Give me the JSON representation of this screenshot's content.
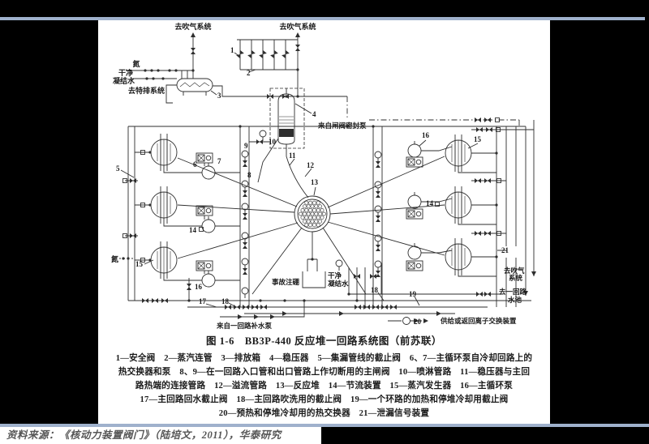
{
  "theme": {
    "background": "#000000",
    "rule_color": "#9FB1CC",
    "page_color": "#FFFFFF",
    "ink_color": "#2E2E2E",
    "source_text_color": "#555555"
  },
  "figure": {
    "title": "图 1-6　BB3P-440 反应堆一回路系统图（前苏联）",
    "legend_lines": [
      "1—安全阀　2—蒸汽连管　3—排放箱　4—稳压器　5—集漏管线的截止阀　6、7—主循环泵自冷却回路上的",
      "热交换器和泵　8、9—在一回路入口管和出口管路上作切断用的主闸阀　10—喷淋管路　11—稳压器与主回",
      "路热端的连接管路　12—溢流管路　13—反应堆　14—节流装置　15—蒸汽发生器　16—主循环泵",
      "17—主回路回水截止阀　18—主回路吹洗用的截止阀　19—一个环路的加热和停堆冷却用截止阀",
      "20—预热和停堆冷却用的热交换器　21—泄漏信号装置"
    ],
    "labels": {
      "purge_top_left": "去吹气系统",
      "purge_top_mid": "去吹气系统",
      "nitrogen_top": "氮",
      "clean_condensate_top": [
        "干净",
        "凝结水"
      ],
      "special_discharge": "去特排系统",
      "gate_valve_seal_pump": "来自闸阀密封泵",
      "nitrogen_left": "氮",
      "boron_injection": "事故注硼",
      "clean_condensate_bottom": [
        "干净",
        "凝结水"
      ],
      "makeup_pump": "来自一回路补水泵",
      "ion_exchange": "供给或返回离子交换装置",
      "purge_right": [
        "去吹气",
        "系统"
      ],
      "primary_pool": [
        "去一回路",
        "水池"
      ]
    },
    "callouts": {
      "c1": "1",
      "c2": "2",
      "c3": "3",
      "c4": "4",
      "c5": "5",
      "c6": "6",
      "c7": "7",
      "c8": "8",
      "c9": "9",
      "c10": "10",
      "c11": "11",
      "c12": "12",
      "c13": "13",
      "c14a": "14",
      "c14b": "14",
      "c15a": "15",
      "c15b": "15",
      "c16a": "16",
      "c16b": "16",
      "c17": "17",
      "c18a": "18",
      "c18b": "18",
      "c19": "19",
      "c20": "20",
      "c21": "21"
    }
  },
  "footer": {
    "source": "资料来源：《核动力装置阀门》（陆培文，2011），华泰研究"
  }
}
